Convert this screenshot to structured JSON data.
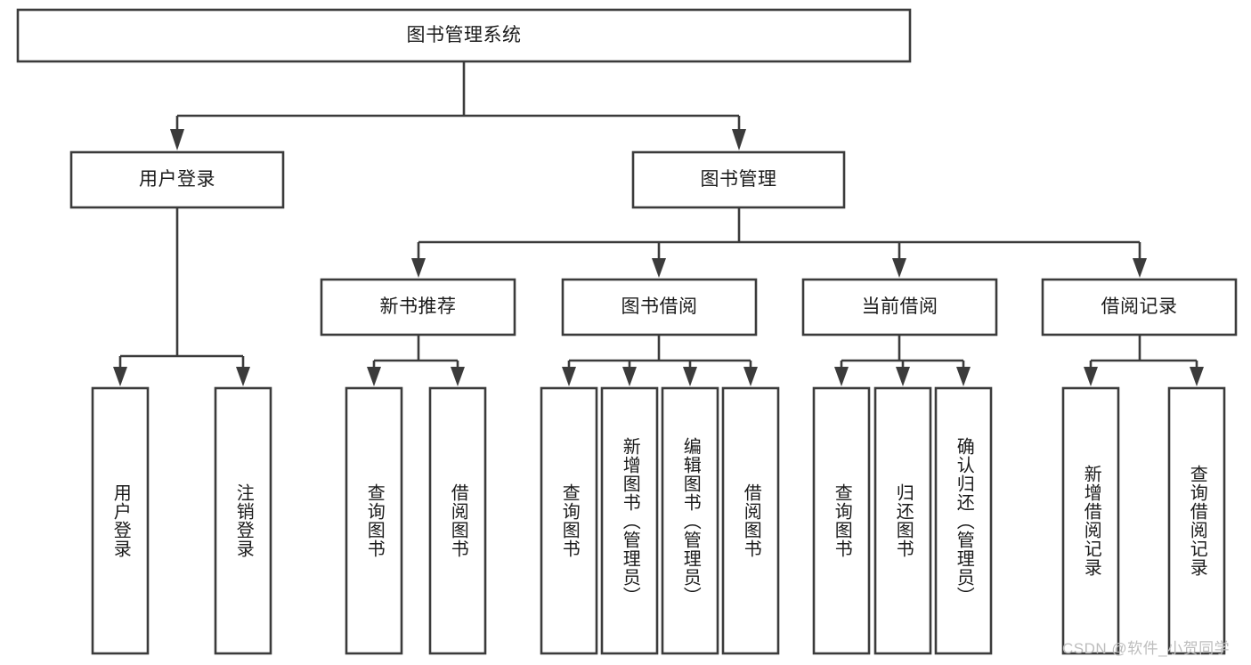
{
  "diagram": {
    "type": "tree",
    "title": "图书管理系统",
    "colors": {
      "stroke": "#3b3b3b",
      "fill": "#ffffff",
      "text": "#1b1b1b",
      "watermark": "#bdbdbd",
      "background": "#ffffff"
    },
    "watermark": "CSDN @软件_小贺同学",
    "levels": {
      "root": {
        "label": "图书管理系统"
      },
      "level2": [
        {
          "label": "用户登录"
        },
        {
          "label": "图书管理"
        }
      ],
      "level3": [
        {
          "label": "新书推荐"
        },
        {
          "label": "图书借阅"
        },
        {
          "label": "当前借阅"
        },
        {
          "label": "借阅记录"
        }
      ],
      "leaves": {
        "user_login": [
          {
            "label": "用户登录"
          },
          {
            "label": "注销登录"
          }
        ],
        "new_book_recommend": [
          {
            "label": "查询图书"
          },
          {
            "label": "借阅图书"
          }
        ],
        "book_borrow": [
          {
            "label": "查询图书"
          },
          {
            "label": "新增图书（管理员）"
          },
          {
            "label": "编辑图书（管理员）"
          },
          {
            "label": "借阅图书"
          }
        ],
        "current_borrow": [
          {
            "label": "查询图书"
          },
          {
            "label": "归还图书"
          },
          {
            "label": "确认归还（管理员）"
          }
        ],
        "borrow_record": [
          {
            "label": "新增借阅记录"
          },
          {
            "label": "查询借阅记录"
          }
        ]
      }
    }
  }
}
